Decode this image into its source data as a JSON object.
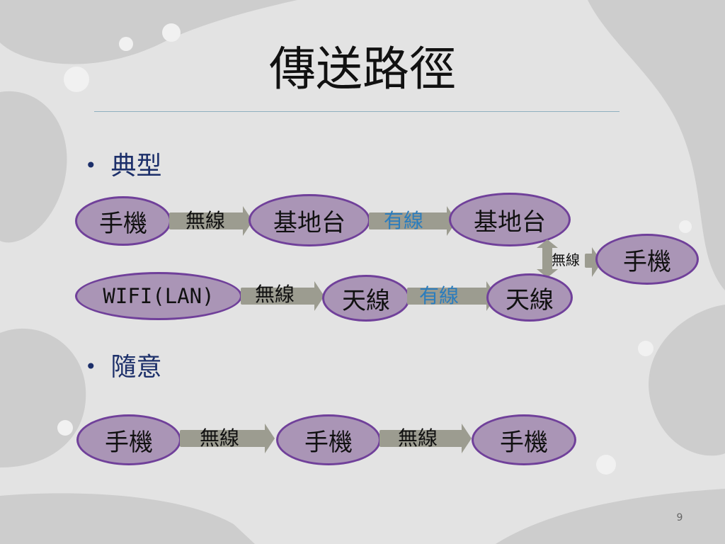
{
  "slide": {
    "title": "傳送路徑",
    "page_number": "9",
    "colors": {
      "background": "#e3e3e3",
      "swirl": "#cdcdcd",
      "node_fill": "#aa95b6",
      "node_border": "#70409a",
      "arrow": "#9c9c90",
      "bullet_text": "#1c2f6a",
      "wired_label": "#2c7dbd"
    }
  },
  "sections": [
    {
      "bullet": "典型"
    },
    {
      "bullet": "隨意"
    }
  ],
  "typical": {
    "row1": {
      "node1": "手機",
      "link1": "無線",
      "node2": "基地台",
      "link2": "有線",
      "node3": "基地台"
    },
    "right": {
      "link_vertical": "無線",
      "node": "手機"
    },
    "row2": {
      "node1": "WIFI(LAN)",
      "link1": "無線",
      "node2": "天線",
      "link2": "有線",
      "node3": "天線"
    }
  },
  "adhoc": {
    "node1": "手機",
    "link1": "無線",
    "node2": "手機",
    "link2": "無線",
    "node3": "手機"
  }
}
